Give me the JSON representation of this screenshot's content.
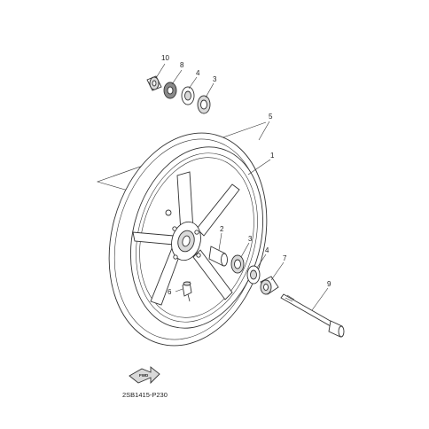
{
  "diagram": {
    "code": "2SB1415-P230",
    "fwd_label": "FWD",
    "callouts": [
      {
        "id": "c10",
        "label": "10"
      },
      {
        "id": "c8",
        "label": "8"
      },
      {
        "id": "c4a",
        "label": "4"
      },
      {
        "id": "c3a",
        "label": "3"
      },
      {
        "id": "c5",
        "label": "5"
      },
      {
        "id": "c1",
        "label": "1"
      },
      {
        "id": "c2",
        "label": "2"
      },
      {
        "id": "c3b",
        "label": "3"
      },
      {
        "id": "c4b",
        "label": "4"
      },
      {
        "id": "c7",
        "label": "7"
      },
      {
        "id": "c6",
        "label": "6"
      },
      {
        "id": "c9",
        "label": "9"
      }
    ]
  }
}
